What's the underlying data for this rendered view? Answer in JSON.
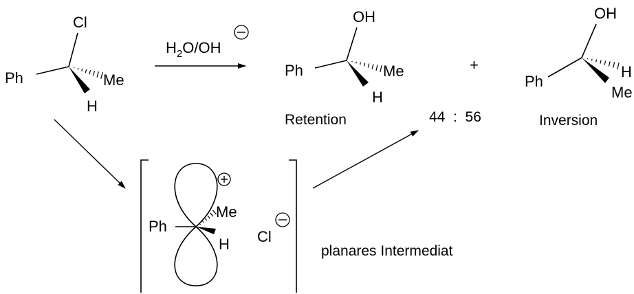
{
  "start": {
    "cl": "Cl",
    "ph": "Ph",
    "me": "Me",
    "h": "H"
  },
  "reagent": {
    "h": "H",
    "two": "2",
    "o": "O/OH"
  },
  "retention_product": {
    "oh": "OH",
    "ph": "Ph",
    "me": "Me",
    "h": "H",
    "caption": "Retention"
  },
  "plus": "+",
  "ratio": "44  :  56",
  "inversion_product": {
    "oh": "OH",
    "ph": "Ph",
    "h": "H",
    "me": "Me",
    "caption": "Inversion"
  },
  "intermediate": {
    "ph": "Ph",
    "me": "Me",
    "h": "H",
    "counter_ion": "Cl",
    "caption": "planares Intermediat"
  }
}
